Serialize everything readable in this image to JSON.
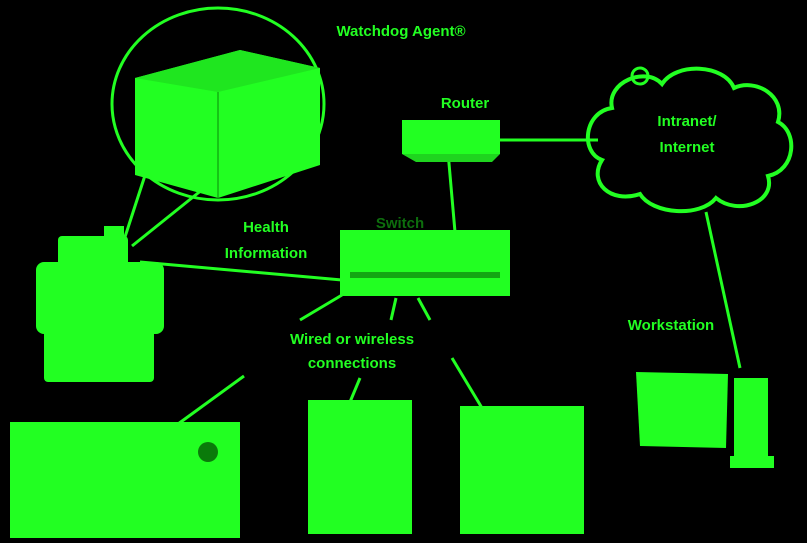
{
  "diagram": {
    "accent_color": "#22ff22",
    "background_color": "#000000",
    "labels": {
      "watchdog_agent": "Watchdog Agent®",
      "router": "Router",
      "cloud_line1": "Intranet/",
      "cloud_line2": "Internet",
      "health_line1": "Health",
      "health_line2": "Information",
      "switch": "Switch",
      "connections_line1": "Wired or wireless",
      "connections_line2": "connections",
      "workstation": "Workstation"
    },
    "nodes": [
      {
        "id": "watchdog-agent",
        "icon": "cube-icon"
      },
      {
        "id": "monitored-machine",
        "icon": "industrial-machine-icon"
      },
      {
        "id": "router",
        "icon": "router-icon"
      },
      {
        "id": "switch",
        "icon": "network-switch-icon"
      },
      {
        "id": "cloud",
        "icon": "cloud-icon"
      },
      {
        "id": "workstation",
        "icon": "computer-icon"
      },
      {
        "id": "machine-left",
        "icon": "machine-icon"
      },
      {
        "id": "machine-middle",
        "icon": "machine-icon"
      },
      {
        "id": "machine-right",
        "icon": "machine-icon"
      }
    ]
  }
}
